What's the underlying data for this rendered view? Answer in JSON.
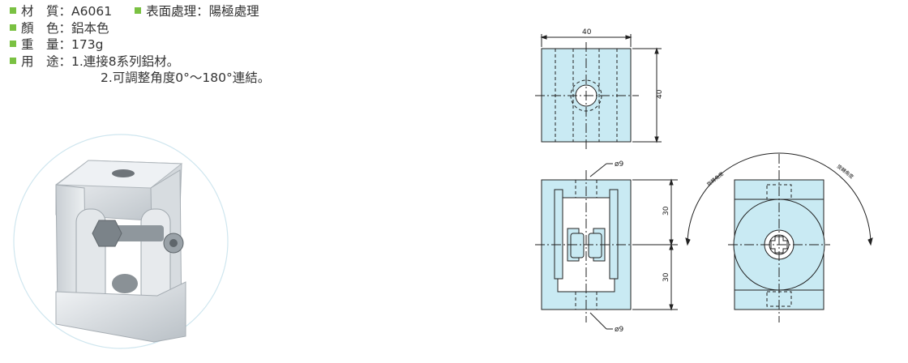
{
  "specs": {
    "material": {
      "label": "材　質：",
      "value": "A6061"
    },
    "surface": {
      "label": "表面處理：",
      "value": "陽極處理"
    },
    "color": {
      "label": "顏　色：",
      "value": "鋁本色"
    },
    "weight": {
      "label": "重　量：",
      "value": "173g"
    },
    "usage": {
      "label": "用　途：",
      "line1": "1.連接8系列鋁材。",
      "line2": "2.可調整角度0°～180°連結。"
    }
  },
  "colors": {
    "bullet": "#7ac142",
    "part_fill": "#c9eaf3",
    "line": "#222222"
  },
  "drawing": {
    "dim_width": "40",
    "dim_height": "40",
    "dim_upper": "30",
    "dim_lower": "30",
    "hole_top": "ø9",
    "hole_bottom": "ø9",
    "angle_left": "旋轉角度",
    "angle_right": "旋轉角度"
  }
}
